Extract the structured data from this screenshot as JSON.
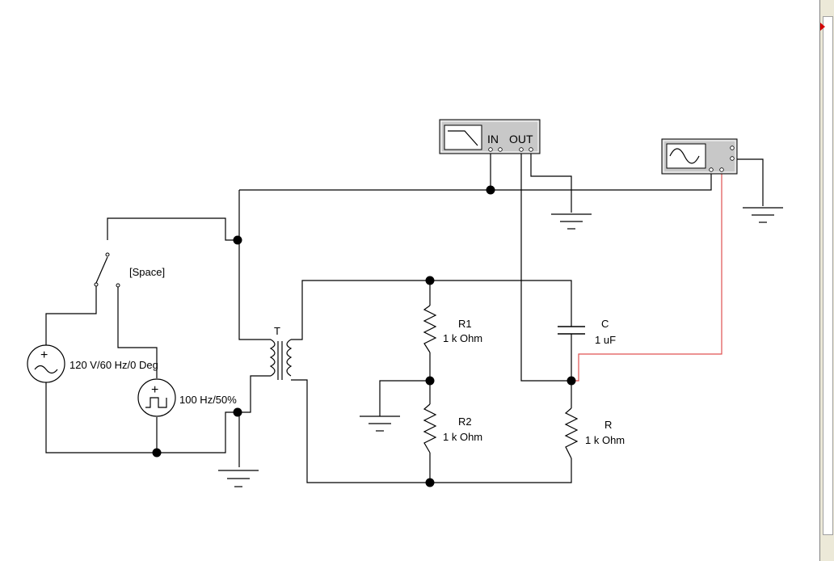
{
  "canvas": {
    "switch_key_label": "[Space]",
    "transformer_label": "T",
    "ac_source_label": "120 V/60 Hz/0 Deg",
    "pulse_source_label": "100 Hz/50%",
    "r1_name": "R1",
    "r1_value": "1 k Ohm",
    "r2_name": "R2",
    "r2_value": "1 k Ohm",
    "r_name": "R",
    "r_value": "1 k Ohm",
    "c_name": "C",
    "c_value": "1 uF"
  },
  "bode_plotter": {
    "in_label": "IN",
    "out_label": "OUT"
  },
  "colors": {
    "wire": "#000000",
    "probe_wire": "#e05050",
    "instrument_face": "#c8c8c8",
    "scroll_marker": "#d40000"
  },
  "icons": {
    "bode_plotter": "bode-plot-icon",
    "oscilloscope": "sine-wave-icon",
    "ac_source": "ac-source-icon",
    "pulse_source": "pulse-source-icon",
    "ground": "ground-icon"
  }
}
